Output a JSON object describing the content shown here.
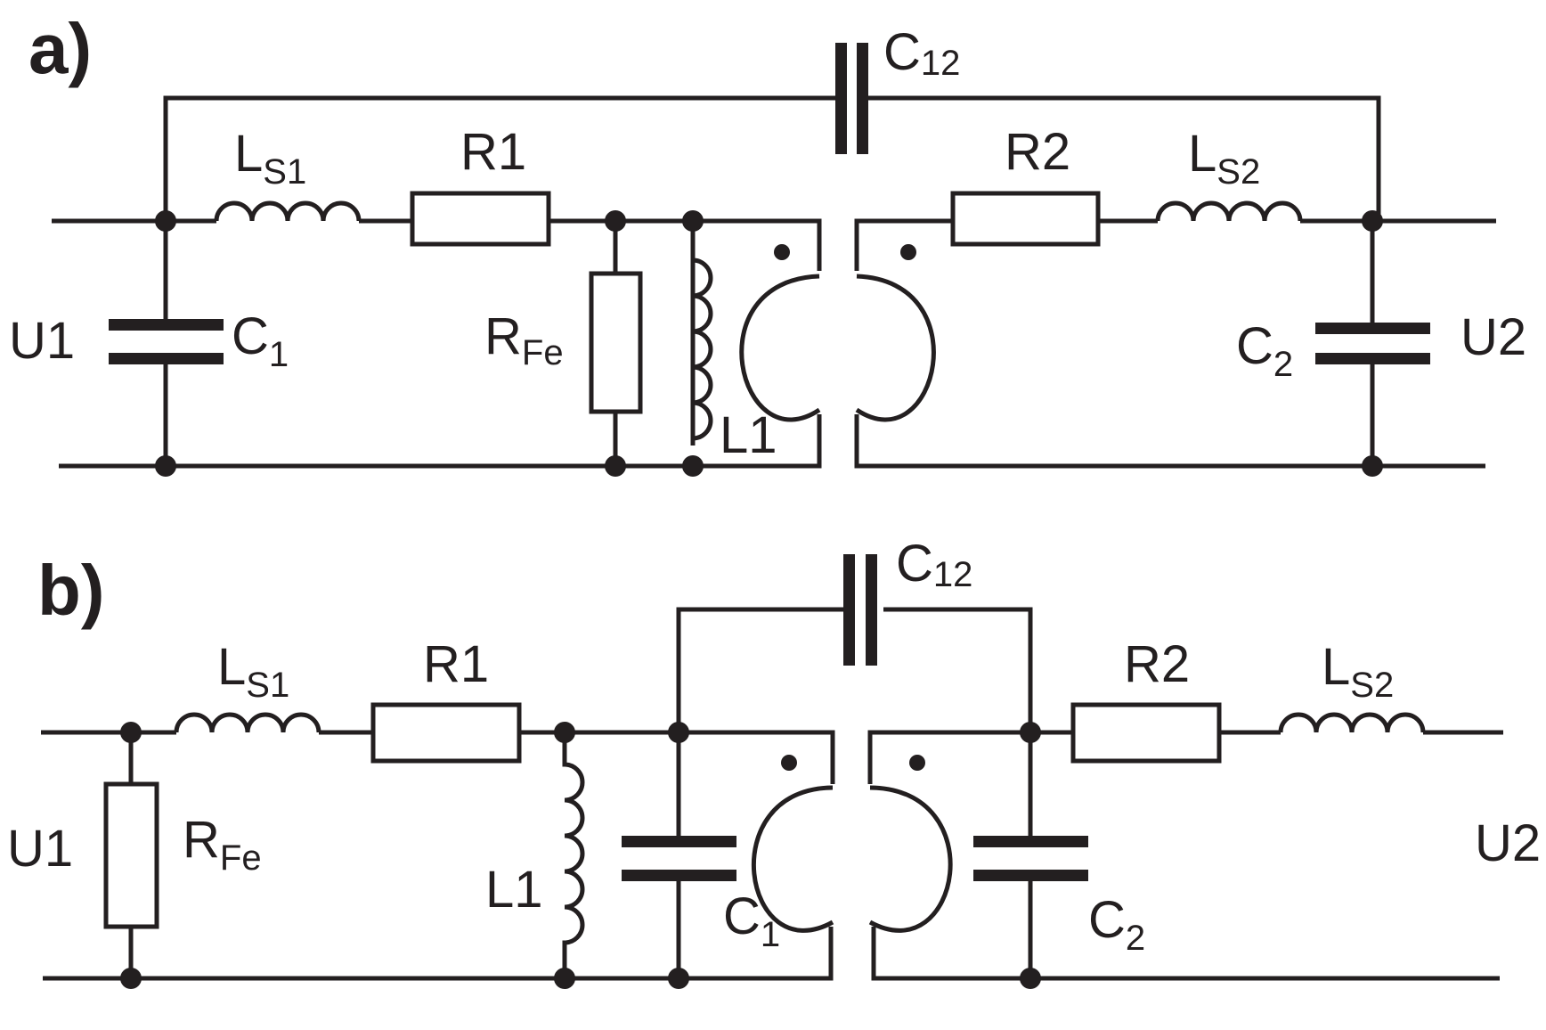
{
  "panel_a": {
    "tag": "a)",
    "labels": {
      "ls1_main": "L",
      "ls1_sub": "S1",
      "r1": "R1",
      "c12_main": "C",
      "c12_sub": "12",
      "r2": "R2",
      "ls2_main": "L",
      "ls2_sub": "S2",
      "u1": "U1",
      "c1_main": "C",
      "c1_sub": "1",
      "rfe_main": "R",
      "rfe_sub": "Fe",
      "l1": "L1",
      "c2_main": "C",
      "c2_sub": "2",
      "u2": "U2"
    }
  },
  "panel_b": {
    "tag": "b)",
    "labels": {
      "ls1_main": "L",
      "ls1_sub": "S1",
      "r1": "R1",
      "c12_main": "C",
      "c12_sub": "12",
      "r2": "R2",
      "ls2_main": "L",
      "ls2_sub": "S2",
      "u1": "U1",
      "rfe_main": "R",
      "rfe_sub": "Fe",
      "l1": "L1",
      "c1_main": "C",
      "c1_sub": "1",
      "c2_main": "C",
      "c2_sub": "2",
      "u2": "U2"
    }
  },
  "colors": {
    "ink": "#231f20",
    "background": "#ffffff"
  }
}
